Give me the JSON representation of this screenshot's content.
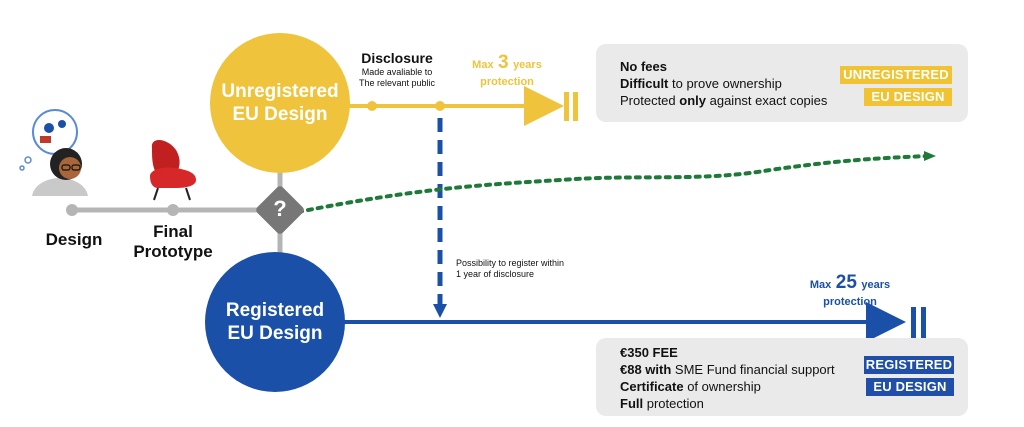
{
  "stages": {
    "design": "Design",
    "final_line1": "Final",
    "final_line2": "Prototype",
    "question": "?"
  },
  "unregistered": {
    "circle_line1": "Unregistered",
    "circle_line2": "EU Design",
    "disclosure_title": "Disclosure",
    "disclosure_line1": "Made avaliable to",
    "disclosure_line2": "The relevant public",
    "max_prefix": "Max",
    "max_value": "3",
    "max_unit": "years",
    "protection": "protection",
    "box": {
      "l1_bold": "No fees",
      "l2_bold": "Difficult",
      "l2_rest": " to prove ownership",
      "l3_pre": "Protected ",
      "l3_bold": "only",
      "l3_rest": " against exact copies"
    },
    "badge1": "UNREGISTERED",
    "badge2": "EU DESIGN"
  },
  "register_note": {
    "line1": "Possibility to register within",
    "line2": "1 year of disclosure"
  },
  "registered": {
    "circle_line1": "Registered",
    "circle_line2": "EU Design",
    "max_prefix": "Max",
    "max_value": "25",
    "max_unit": "years",
    "protection": "protection",
    "box": {
      "l1_bold": "€350 FEE",
      "l2_bold": "€88 with",
      "l2_rest": " SME Fund financial support",
      "l3_bold": "Certificate",
      "l3_rest": " of ownership",
      "l4_bold": "Full",
      "l4_rest": " protection"
    },
    "badge1": "REGISTERED",
    "badge2": "EU DESIGN"
  },
  "colors": {
    "yellow": "#efc43c",
    "blue": "#1a50a8",
    "gray_line": "#b5b5b5",
    "green_dots": "#1f7a3a",
    "box_bg": "#eaeaea"
  },
  "icons": {
    "designer": "person-thinking-icon",
    "chair": "armchair-icon",
    "decision": "question-diamond-icon"
  }
}
